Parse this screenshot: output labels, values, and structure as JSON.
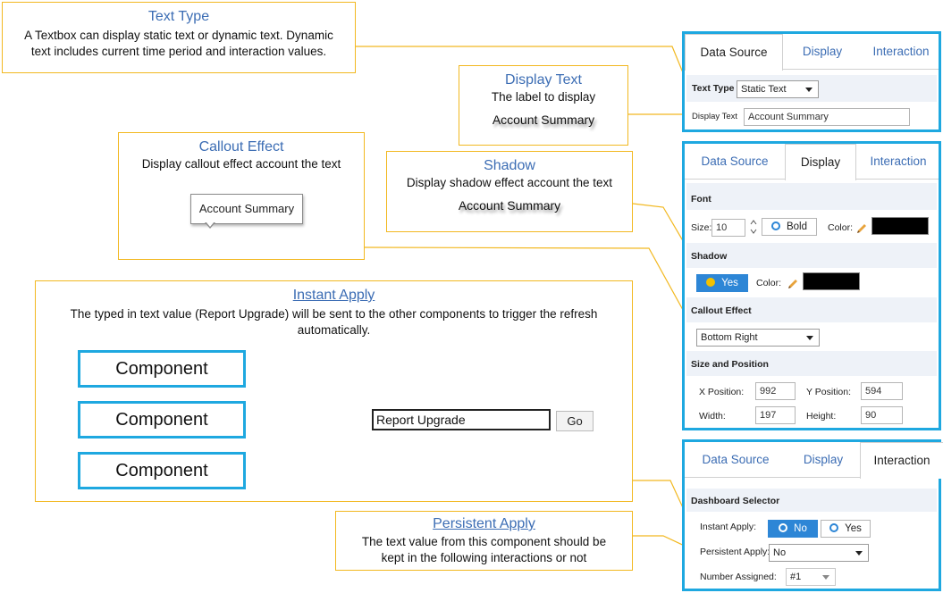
{
  "callouts": {
    "text_type": {
      "title": "Text Type",
      "desc1": "A Textbox can display static text or dynamic text. Dynamic",
      "desc2": "text includes current time period and interaction values."
    },
    "display_text": {
      "title": "Display Text",
      "desc": "The label to display",
      "sample": "Account Summary"
    },
    "callout_effect": {
      "title": "Callout Effect",
      "desc": "Display callout effect account the text",
      "sample": "Account Summary"
    },
    "shadow": {
      "title": "Shadow",
      "desc": "Display shadow effect account the text",
      "sample": "Account Summary"
    },
    "instant_apply": {
      "title": "Instant Apply",
      "desc1": "The typed in text value (Report Upgrade) will be sent to the other components to trigger the refresh",
      "desc2": "automatically.",
      "components": [
        "Component",
        "Component",
        "Component"
      ],
      "input_value": "Report Upgrade",
      "go_label": "Go"
    },
    "persistent_apply": {
      "title": "Persistent Apply",
      "desc1": "The text value from this component  should be",
      "desc2": "kept in the following interactions or not"
    }
  },
  "tabs": [
    "Data Source",
    "Display",
    "Interaction"
  ],
  "panel_data_source": {
    "text_type_label": "Text Type",
    "text_type_value": "Static Text",
    "display_text_label": "Display Text",
    "display_text_value": "Account Summary"
  },
  "panel_display": {
    "font_heading": "Font",
    "size_label": "Size:",
    "size_value": "10",
    "bold_label": "Bold",
    "color_label": "Color:",
    "font_color": "#000000",
    "shadow_heading": "Shadow",
    "shadow_yes": "Yes",
    "shadow_color_label": "Color:",
    "shadow_color": "#000000",
    "callout_heading": "Callout Effect",
    "callout_value": "Bottom Right",
    "size_pos_heading": "Size and Position",
    "x_label": "X Position:",
    "x_value": "992",
    "y_label": "Y Position:",
    "y_value": "594",
    "w_label": "Width:",
    "w_value": "197",
    "h_label": "Height:",
    "h_value": "90"
  },
  "panel_interaction": {
    "selector_heading": "Dashboard Selector",
    "instant_label": "Instant Apply:",
    "no_label": "No",
    "yes_label": "Yes",
    "persistent_label": "Persistent Apply:",
    "persistent_value": "No",
    "number_label": "Number Assigned:",
    "number_value": "#1"
  },
  "colors": {
    "callout_border": "#f2b820",
    "panel_border": "#1ea8e0",
    "title_blue": "#3c6db4",
    "toggle_blue": "#2d86d6"
  }
}
